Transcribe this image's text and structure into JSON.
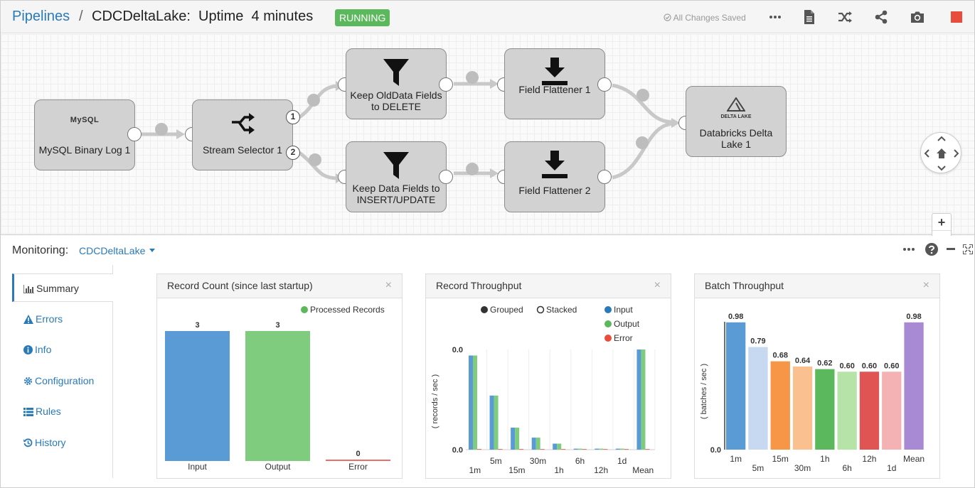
{
  "header": {
    "breadcrumb_link": "Pipelines",
    "breadcrumb_sep": "/",
    "title": "CDCDeltaLake:  Uptime  4 minutes",
    "status": "RUNNING",
    "saved": "All Changes Saved",
    "icons": [
      "more-icon",
      "document-icon",
      "shuffle-icon",
      "share-icon",
      "camera-icon",
      "stop-icon"
    ]
  },
  "pipeline": {
    "nodes": {
      "mysql": {
        "logo": "MySQL",
        "label": "MySQL Binary Log 1"
      },
      "selector": {
        "label": "Stream Selector 1",
        "port1": "1",
        "port2": "2"
      },
      "keep_old": {
        "label1": "Keep OldData Fields",
        "label2": "to DELETE"
      },
      "keep_data": {
        "label1": "Keep Data Fields to",
        "label2": "INSERT/UPDATE"
      },
      "flat1": {
        "label": "Field Flattener 1"
      },
      "flat2": {
        "label": "Field Flattener 2"
      },
      "delta": {
        "logo": "DELTA LAKE",
        "label1": "Databricks Delta",
        "label2": "Lake 1"
      }
    },
    "zoom_in": "+",
    "zoom_out": "−"
  },
  "monitoring": {
    "label": "Monitoring:",
    "selected": "CDCDeltaLake"
  },
  "sidebar": {
    "items": [
      {
        "label": "Summary",
        "icon": "bar-chart-icon"
      },
      {
        "label": "Errors",
        "icon": "warning-icon"
      },
      {
        "label": "Info",
        "icon": "info-icon"
      },
      {
        "label": "Configuration",
        "icon": "gear-icon"
      },
      {
        "label": "Rules",
        "icon": "list-icon"
      },
      {
        "label": "History",
        "icon": "history-icon"
      }
    ]
  },
  "panels": {
    "record_count": {
      "title": "Record Count (since last startup)",
      "close": "×"
    },
    "record_throughput": {
      "title": "Record Throughput",
      "close": "×"
    },
    "batch_throughput": {
      "title": "Batch Throughput",
      "close": "×"
    }
  },
  "colors": {
    "accent": "#2a7ab8",
    "running": "#5cb85c",
    "stop": "#e74c3c"
  },
  "chart_data": [
    {
      "type": "bar",
      "legend": [
        "Processed Records"
      ],
      "categories": [
        "Input",
        "Output",
        "Error"
      ],
      "values": [
        3,
        3,
        0
      ],
      "colors": [
        "#5b9bd5",
        "#7fcc7f",
        "#e8706a"
      ]
    },
    {
      "type": "bar",
      "legend_mode": [
        "Grouped",
        "Stacked"
      ],
      "legend": [
        "Input",
        "Output",
        "Error"
      ],
      "legend_colors": [
        "#2a7ab8",
        "#5cb85c",
        "#e74c3c"
      ],
      "ylabel": "( records / sec )",
      "ytick_labels": [
        "0.0",
        "0.0"
      ],
      "categories": [
        "1m",
        "5m",
        "15m",
        "30m",
        "1h",
        "6h",
        "12h",
        "1d",
        "Mean"
      ],
      "series": [
        {
          "name": "Input",
          "values": [
            0.094,
            0.054,
            0.022,
            0.012,
            0.006,
            0.001,
            0.001,
            0.001,
            0.1
          ]
        },
        {
          "name": "Output",
          "values": [
            0.094,
            0.054,
            0.022,
            0.012,
            0.006,
            0.001,
            0.001,
            0.001,
            0.1
          ]
        },
        {
          "name": "Error",
          "values": [
            0,
            0,
            0,
            0,
            0,
            0,
            0,
            0,
            0
          ]
        }
      ],
      "ylim": [
        0,
        0.1
      ]
    },
    {
      "type": "bar",
      "ylabel": "( batches / sec )",
      "ytick_labels": [
        "0.0"
      ],
      "categories": [
        "1m",
        "5m",
        "15m",
        "30m",
        "1h",
        "6h",
        "12h",
        "1d",
        "Mean"
      ],
      "values": [
        0.98,
        0.79,
        0.68,
        0.64,
        0.62,
        0.6,
        0.6,
        0.6,
        0.98
      ],
      "labels": [
        "0.98",
        "0.79",
        "0.68",
        "0.64",
        "0.62",
        "0.60",
        "0.60",
        "0.60",
        "0.98"
      ],
      "colors": [
        "#5b9bd5",
        "#c6d9f1",
        "#f79646",
        "#fac090",
        "#5cb85c",
        "#b6e3a7",
        "#e05454",
        "#f4b2b5",
        "#a889d4"
      ],
      "ylim": [
        0,
        1.05
      ]
    }
  ]
}
